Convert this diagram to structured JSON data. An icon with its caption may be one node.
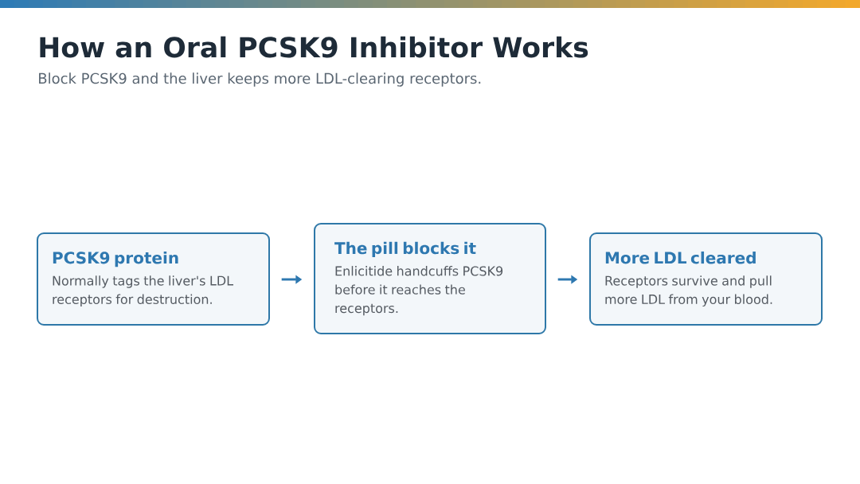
{
  "diagram": {
    "title": "How an Oral PCSK9 Inhibitor Works",
    "caption": "Block PCSK9 and the liver keeps more LDL-clearing receptors.",
    "nodes": [
      {
        "text": [
          "PCSK9 protein",
          "Normally tags the liver's LDL receptors for destruction."
        ]
      },
      {
        "text": [
          "The pill blocks it",
          "Enlicitide handcuffs PCSK9 before it reaches the receptors."
        ]
      },
      {
        "text": [
          "More LDL cleared",
          "Receptors survive and pull more LDL from your blood."
        ]
      }
    ],
    "edges": [
      {
        "from": 0,
        "to": 1,
        "arrow": "to"
      },
      {
        "from": 1,
        "to": 2,
        "arrow": "to"
      }
    ]
  }
}
